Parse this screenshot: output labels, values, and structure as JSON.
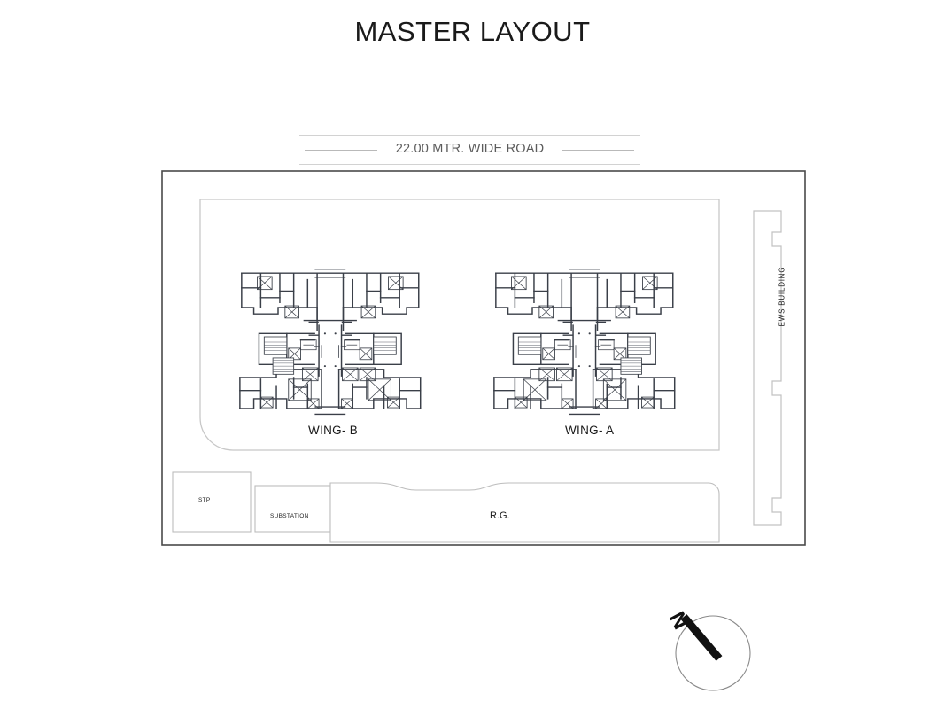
{
  "drawing": {
    "title": "MASTER LAYOUT",
    "road": {
      "label": "22.00 MTR. WIDE ROAD"
    },
    "buildings": [
      {
        "id": "wing-b",
        "label": "WING- B",
        "filled": false
      },
      {
        "id": "wing-a",
        "label": "WING- A",
        "filled": true
      }
    ],
    "amenities": [
      {
        "id": "ews",
        "label": "EWS BUILDING"
      },
      {
        "id": "stp",
        "label": "STP"
      },
      {
        "id": "substation",
        "label": "SUBSTATION"
      },
      {
        "id": "rg",
        "label": "R.G."
      }
    ],
    "north_arrow": {
      "letter": "N"
    },
    "colors": {
      "room_fill": "#ccdcec",
      "corridor_fill": "#c9bda8",
      "wall": "#3a3f48",
      "boundary": "#4a4a4a",
      "light_line": "#c8c8c8",
      "text": "#1a1a1a",
      "road_text": "#5c5c5c"
    }
  }
}
